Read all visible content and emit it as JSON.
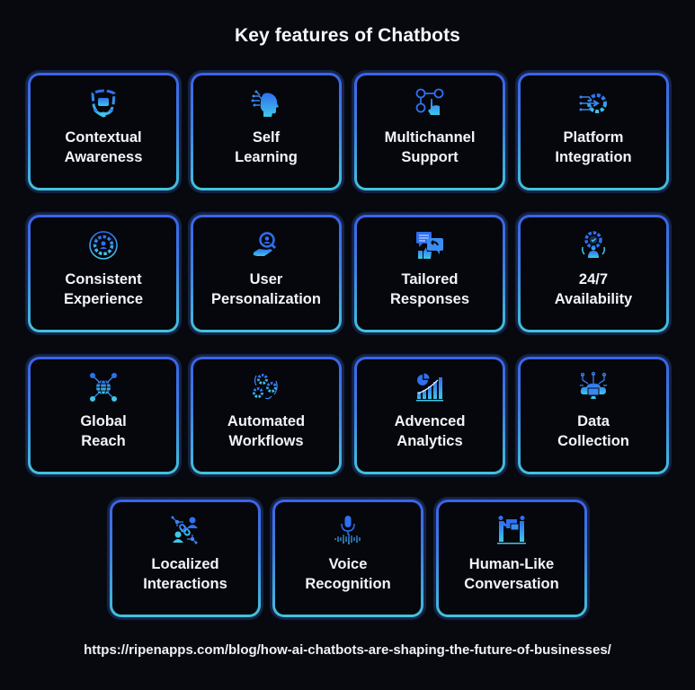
{
  "title": "Key features of Chatbots",
  "accent_colors": {
    "border_top": "#3a63ea",
    "border_bottom": "#41c3dc",
    "icon_blue": "#2f7cf0",
    "icon_cyan": "#3fc7e8",
    "background": "#07090f"
  },
  "features": [
    {
      "line1": "Contextual",
      "line2": "Awareness",
      "icon": "shield-hands-icon"
    },
    {
      "line1": "Self",
      "line2": "Learning",
      "icon": "brain-circuit-head-icon"
    },
    {
      "line1": "Multichannel",
      "line2": "Support",
      "icon": "network-users-hand-icon"
    },
    {
      "line1": "Platform",
      "line2": "Integration",
      "icon": "gear-circuit-arrow-icon"
    },
    {
      "line1": "Consistent",
      "line2": "Experience",
      "icon": "user-gear-circle-icon"
    },
    {
      "line1": "User",
      "line2": "Personalization",
      "icon": "hand-magnifier-user-icon"
    },
    {
      "line1": "Tailored",
      "line2": "Responses",
      "icon": "chat-bubbles-thumbs-up-icon"
    },
    {
      "line1": "24/7",
      "line2": "Availability",
      "icon": "support-agent-gear-icon"
    },
    {
      "line1": "Global",
      "line2": "Reach",
      "icon": "globe-network-icon"
    },
    {
      "line1": "Automated",
      "line2": "Workflows",
      "icon": "gears-cycle-icon"
    },
    {
      "line1": "Advenced",
      "line2": "Analytics",
      "icon": "chart-growth-icon"
    },
    {
      "line1": "Data",
      "line2": "Collection",
      "icon": "cloud-monitor-circuit-icon"
    },
    {
      "line1": "Localized",
      "line2": "Interactions",
      "icon": "users-link-network-icon"
    },
    {
      "line1": "Voice",
      "line2": "Recognition",
      "icon": "microphone-waveform-icon"
    },
    {
      "line1": "Human-Like",
      "line2": "Conversation",
      "icon": "people-conversation-board-icon"
    }
  ],
  "footer_url": "https://ripenapps.com/blog/how-ai-chatbots-are-shaping-the-future-of-businesses/"
}
